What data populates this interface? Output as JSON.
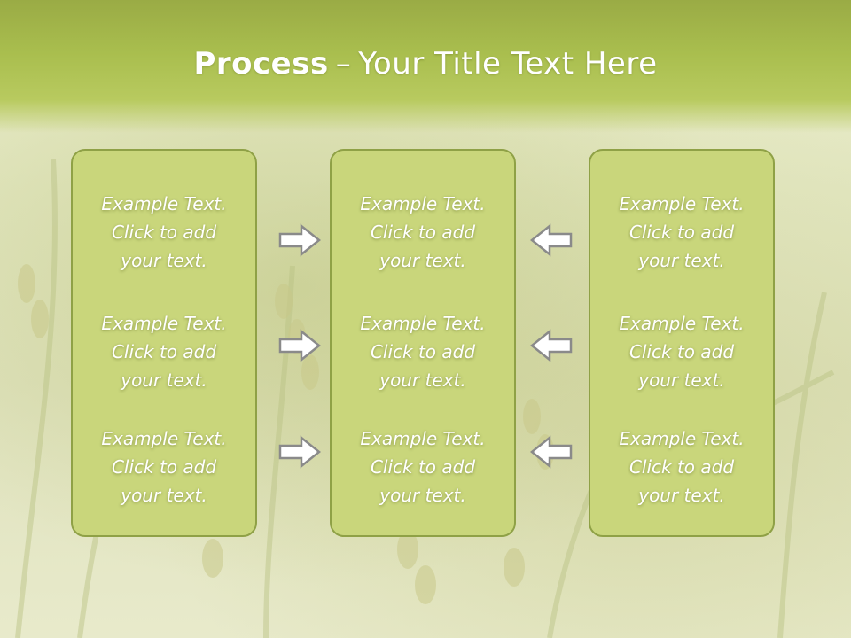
{
  "title": {
    "bold": "Process",
    "dash": "–",
    "rest": "Your Title Text Here"
  },
  "panels": [
    {
      "blocks": [
        {
          "line1": "Example Text.",
          "line2": "Click  to add",
          "line3": "your text."
        },
        {
          "line1": "Example Text.",
          "line2": "Click  to add",
          "line3": "your text."
        },
        {
          "line1": "Example Text.",
          "line2": "Click  to add",
          "line3": "your text."
        }
      ]
    },
    {
      "blocks": [
        {
          "line1": "Example Text.",
          "line2": "Click  to add",
          "line3": "your text."
        },
        {
          "line1": "Example Text.",
          "line2": "Click  to add",
          "line3": "your text."
        },
        {
          "line1": "Example Text.",
          "line2": "Click  to add",
          "line3": "your text."
        }
      ]
    },
    {
      "blocks": [
        {
          "line1": "Example Text.",
          "line2": "Click  to add",
          "line3": "your text."
        },
        {
          "line1": "Example Text.",
          "line2": "Click  to add",
          "line3": "your text."
        },
        {
          "line1": "Example Text.",
          "line2": "Click  to add",
          "line3": "your text."
        }
      ]
    }
  ],
  "arrows": {
    "left_column": "right-arrow-icon",
    "right_column": "left-arrow-icon"
  },
  "colors": {
    "header": "#a9be4e",
    "panel_fill": "#c9d67b",
    "panel_border": "#8fa146",
    "text": "#ffffff"
  }
}
